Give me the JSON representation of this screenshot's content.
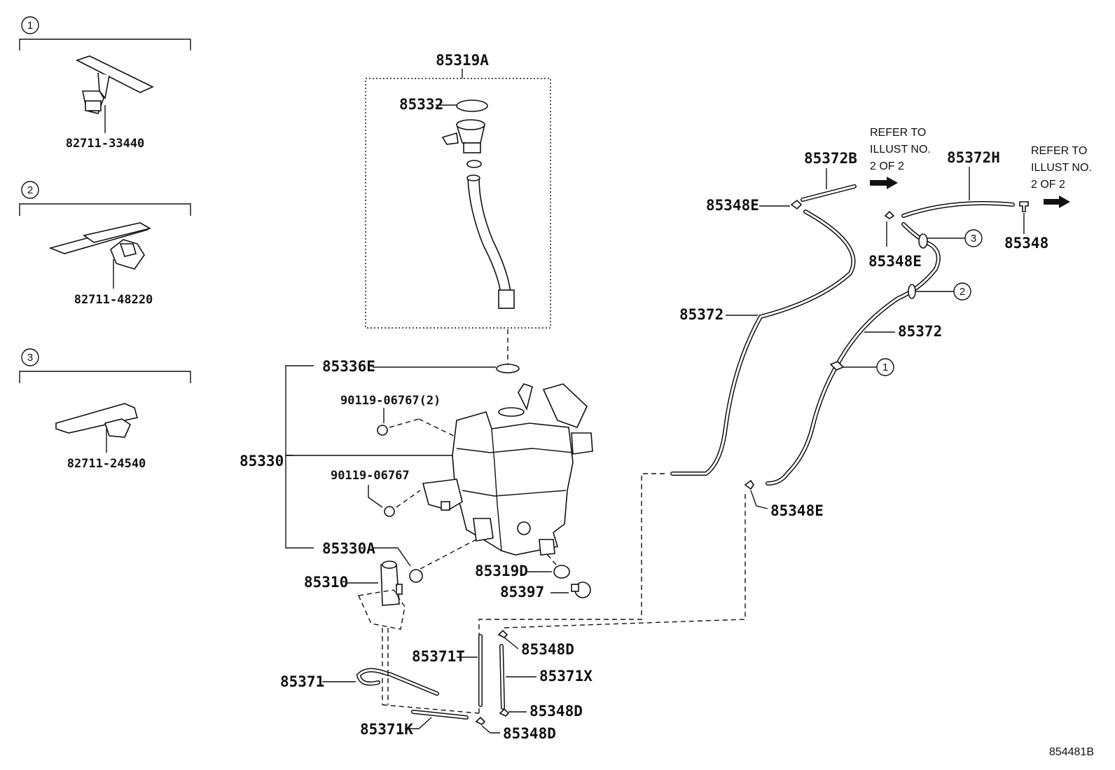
{
  "clips": [
    {
      "index": "1",
      "part": "82711-33440"
    },
    {
      "index": "2",
      "part": "82711-48220"
    },
    {
      "index": "3",
      "part": "82711-24540"
    }
  ],
  "labels": {
    "inlet_assy": "85319A",
    "cap": "85332",
    "grommet_top": "85336E",
    "bolt_2": "90119-06767(2)",
    "bolt": "90119-06767",
    "tank": "85330",
    "grommet_pump": "85330A",
    "pump": "85310",
    "gasket": "85319D",
    "level_switch": "85397",
    "hose_t": "85371T",
    "hose": "85371",
    "hose_k": "85371K",
    "hose_x": "85371X",
    "joint_d1": "85348D",
    "joint_d2": "85348D",
    "joint_d3": "85348D",
    "hose_b": "85372B",
    "hose_h": "85372H",
    "joint_e1": "85348E",
    "joint_e2": "85348E",
    "joint_e3": "85348E",
    "joint": "85348",
    "hose_main1": "85372",
    "hose_main2": "85372"
  },
  "refer_notes": [
    {
      "line1": "REFER TO",
      "line2": "ILLUST NO.",
      "line3": "2 OF 2"
    },
    {
      "line1": "REFER TO",
      "line2": "ILLUST NO.",
      "line3": "2 OF 2"
    }
  ],
  "callouts": [
    "3",
    "2",
    "1"
  ],
  "illustration_id": "854481B"
}
